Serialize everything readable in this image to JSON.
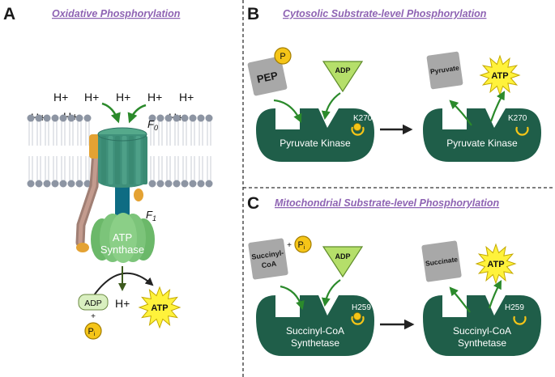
{
  "panels": {
    "a": {
      "letter": "A",
      "title": "Oxidative Phosphorylation",
      "h_plus": "H+",
      "f0": "F",
      "f0_sub": "0",
      "f1": "F",
      "f1_sub": "1",
      "enzyme_line1": "ATP",
      "enzyme_line2": "Synthase",
      "adp": "ADP",
      "plus": "+",
      "pi": "P",
      "pi_sub": "i",
      "h_out": "H+",
      "atp": "ATP"
    },
    "b": {
      "letter": "B",
      "title": "Cytosolic Substrate-level Phosphorylation",
      "substrate": "PEP",
      "phosphate": "P",
      "adp": "ADP",
      "residue": "K270",
      "enzyme": "Pyruvate Kinase",
      "product": "Pyruvate",
      "atp": "ATP"
    },
    "c": {
      "letter": "C",
      "title": "Mitochondrial Substrate-level Phosphorylation",
      "substrate_line1": "Succinyl-",
      "substrate_line2": "CoA",
      "plus": "+",
      "pi": "P",
      "pi_sub": "i",
      "adp": "ADP",
      "residue": "H259",
      "enzyme_line1": "Succinyl-CoA",
      "enzyme_line2": "Synthetase",
      "product": "Succinate",
      "atp": "ATP"
    }
  },
  "colors": {
    "enzyme": "#1f5e49",
    "title": "#8e63b3",
    "phosphate": "#f5c518",
    "adp": "#b5df6a",
    "atp_burst": "#fff23b",
    "gray_box": "#a8a8a8",
    "atp_synthase": "#4a9a80",
    "f1_head": "#7cc47a",
    "arrow_green": "#2b8a2b"
  }
}
